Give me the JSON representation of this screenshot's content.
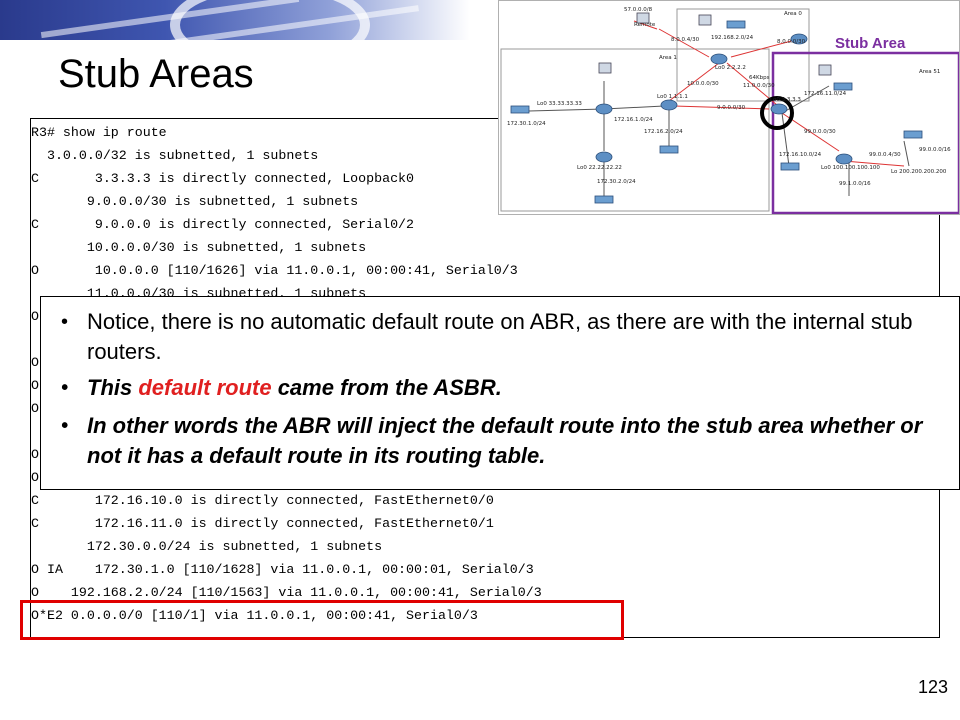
{
  "slide": {
    "title": "Stub Areas",
    "page_number": "123"
  },
  "console": {
    "lines": [
      "R3# show ip route",
      "  3.0.0.0/32 is subnetted, 1 subnets",
      "C       3.3.3.3 is directly connected, Loopback0",
      "       9.0.0.0/30 is subnetted, 1 subnets",
      "C       9.0.0.0 is directly connected, Serial0/2",
      "       10.0.0.0/30 is subnetted, 1 subnets",
      "O       10.0.0.0 [110/1626] via 11.0.0.1, 00:00:41, Serial0/3",
      "       11.0.0.0/30 is subnetted, 1 subnets",
      "O",
      "",
      "O",
      "O",
      "O",
      "",
      "O",
      "O",
      "C       172.16.10.0 is directly connected, FastEthernet0/0",
      "C       172.16.11.0 is directly connected, FastEthernet0/1",
      "       172.30.0.0/24 is subnetted, 1 subnets",
      "O IA    172.30.1.0 [110/1628] via 11.0.0.1, 00:00:01, Serial0/3",
      "O    192.168.2.0/24 [110/1563] via 11.0.0.1, 00:00:41, Serial0/3",
      "O*E2 0.0.0.0/0 [110/1] via 11.0.0.1, 00:00:41, Serial0/3"
    ]
  },
  "notes": {
    "bullet_1": "Notice, there is no automatic default route on ABR, as there are with the internal stub routers.",
    "bullet_2_pre": "This ",
    "bullet_2_highlight": "default route",
    "bullet_2_post": " came from the ASBR.",
    "bullet_3": "In other words the ABR will inject the default route into the stub area whether or not it has a default route in its routing table.",
    "bullet_glyph": "•"
  },
  "diagram": {
    "area_labels": {
      "area0": "Area 0",
      "area1": "Area 1",
      "area51": "Area 51",
      "stub": "Stub Area"
    },
    "labels": {
      "remote": "Remote",
      "n57": "57.0.0.0/8",
      "n8": "8.0.0.4/30",
      "n192": "192.168.2.0/24",
      "n80": "8.0.0.0/30",
      "lo0_r2": "Lo0 2.2.2.2",
      "kbps": "64Kbps",
      "n11": "11.0.0.0/30",
      "n10": "10.0.0.0/30",
      "n9": "9.0.0.0/30",
      "lo0_r1": "Lo0 1.1.1.1",
      "lo0_r3": "Lo0 3.3.3.3",
      "lo0_33": "Lo0 33.33.33.33",
      "n172_30_1": "172.30.1.0/24",
      "n172_16_1": "172.16.1.0/24",
      "n172_16_2": "172.16.2.0/24",
      "lo0_22": "Lo0 22.22.22.22",
      "n172_30_2": "172.30.2.0/24",
      "n172_16_11": "172.16.11.0/24",
      "n99_0": "99.0.0.0/30",
      "n172_16_10": "172.16.10.0/24",
      "n99_4": "99.0.0.4/30",
      "n99_16": "99.0.0.0/16",
      "lo0_100": "Lo0 100.100.100.100",
      "lo0_200": "Lo 200.200.200.200",
      "n99_1": "99.1.0.0/16"
    }
  },
  "colors": {
    "highlight_red": "#e00000",
    "default_route_red": "#e02020",
    "stub_purple": "#7b2fa0"
  }
}
